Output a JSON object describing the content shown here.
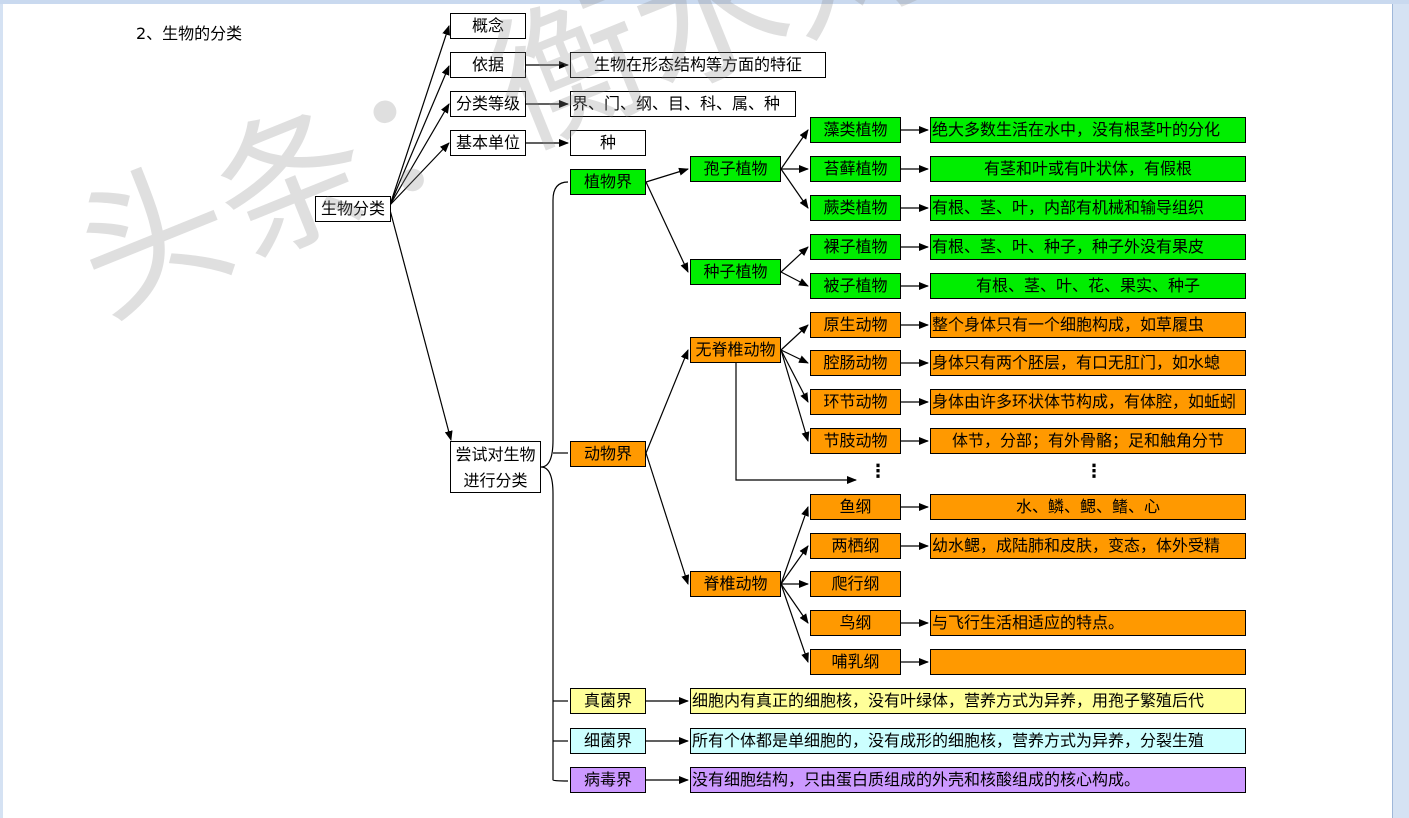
{
  "heading": "2、生物的分类",
  "watermark": "头条：衡水刘老师",
  "root": "生物分类",
  "concepts": {
    "concept": "概念",
    "basis": "依据",
    "basis_desc": "生物在形态结构等方面的特征",
    "levels": "分类等级",
    "levels_desc": "界、门、纲、目、科、属、种",
    "unit": "基本单位",
    "unit_desc": "种"
  },
  "attempt": "尝试对生物进行分类",
  "kingdoms": {
    "plant": "植物界",
    "animal": "动物界",
    "fungi": "真菌界",
    "fungi_desc": "细胞内有真正的细胞核，没有叶绿体，营养方式为异养，用孢子繁殖后代",
    "bacteria": "细菌界",
    "bacteria_desc": "所有个体都是单细胞的，没有成形的细胞核，营养方式为异养，分裂生殖",
    "virus": "病毒界",
    "virus_desc": "没有细胞结构，只由蛋白质组成的外壳和核酸组成的核心构成。"
  },
  "plants": {
    "spore": "孢子植物",
    "seed": "种子植物",
    "algae": "藻类植物",
    "algae_desc": "绝大多数生活在水中，没有根茎叶的分化",
    "moss": "苔藓植物",
    "moss_desc": "有茎和叶或有叶状体，有假根",
    "fern": "蕨类植物",
    "fern_desc": "有根、茎、叶，内部有机械和输导组织",
    "gymno": "裸子植物",
    "gymno_desc": "有根、茎、叶、种子，种子外没有果皮",
    "angio": "被子植物",
    "angio_desc": "有根、茎、叶、花、果实、种子"
  },
  "animals": {
    "invert": "无脊椎动物",
    "vert": "脊椎动物",
    "protozoa": "原生动物",
    "protozoa_desc": "整个身体只有一个细胞构成，如草履虫",
    "cnidaria": "腔肠动物",
    "cnidaria_desc": "身体只有两个胚层，有口无肛门，如水螅",
    "annelid": "环节动物",
    "annelid_desc": "身体由许多环状体节构成，有体腔，如蚯蚓",
    "arthropod": "节肢动物",
    "arthropod_desc": "体节，分部；有外骨骼；足和触角分节",
    "fish": "鱼纲",
    "fish_desc": "水、鳞、鳃、鳍、心",
    "amphibian": "两栖纲",
    "amphibian_desc": "幼水鳃，成陆肺和皮肤，变态，体外受精",
    "reptile": "爬行纲",
    "bird": "鸟纲",
    "bird_desc": "与飞行生活相适应的特点。",
    "mammal": "哺乳纲",
    "mammal_desc": ""
  },
  "ellipsis": "⋮",
  "colors": {
    "plant": "#00ee00",
    "animal": "#ff9900",
    "fungi": "#ffff99",
    "bacteria": "#ccffff",
    "virus": "#cc99ff"
  }
}
